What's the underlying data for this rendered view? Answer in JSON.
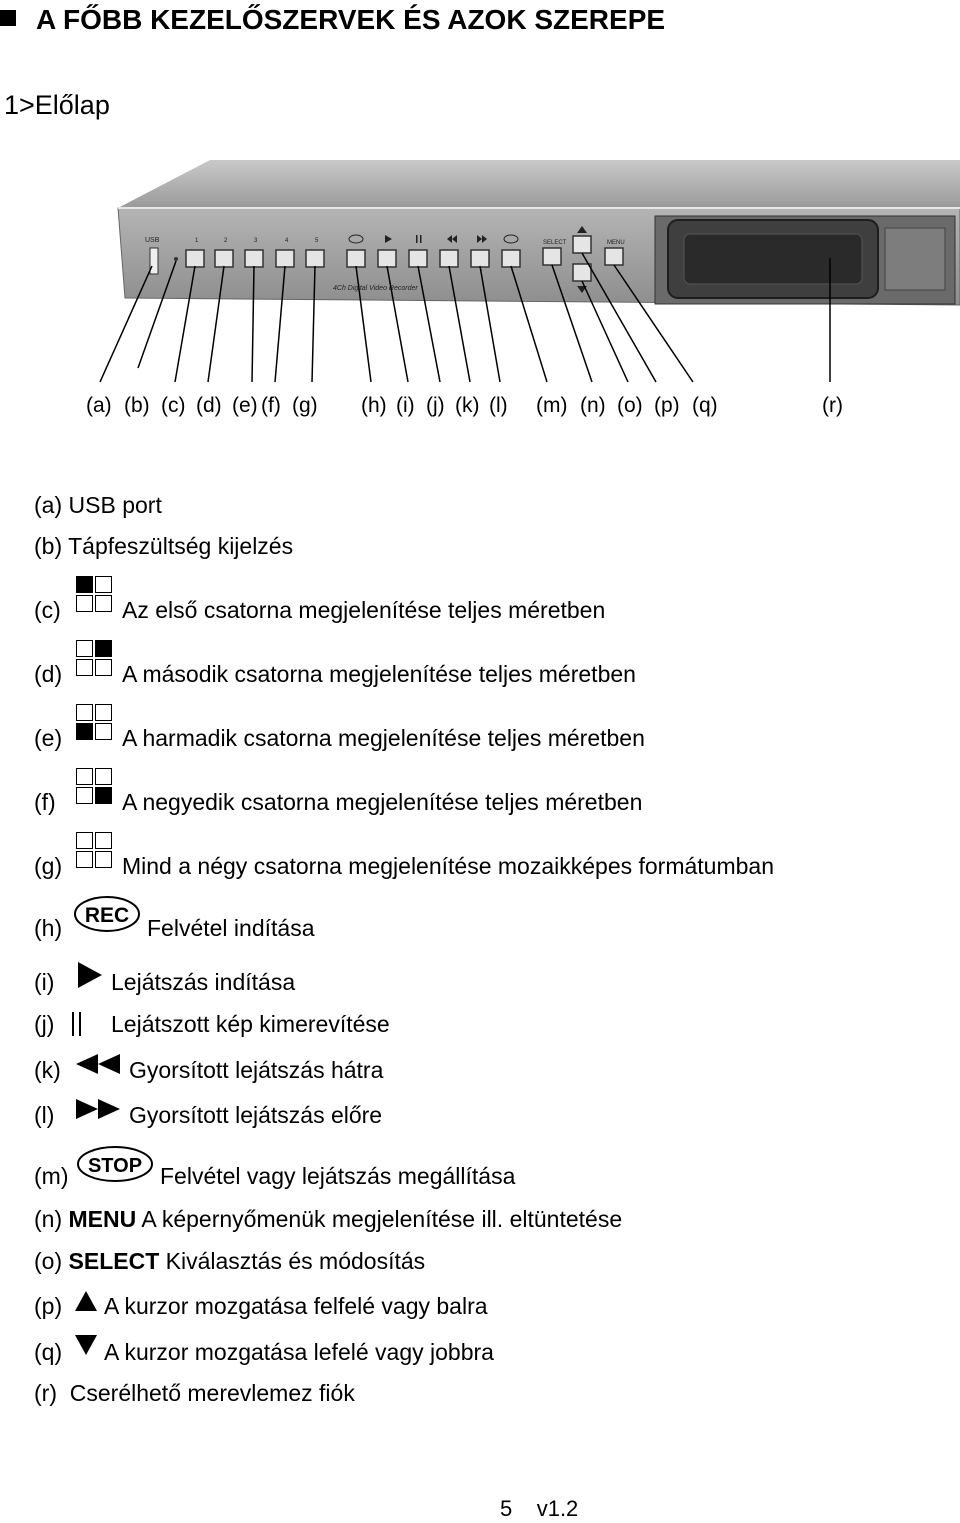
{
  "heading": "A FŐBB KEZELŐSZERVEK ÉS AZOK SZEREPE",
  "subheading": "1>Előlap",
  "device": {
    "usb_label": "USB",
    "channel_numbers": [
      "1",
      "2",
      "3",
      "4",
      "5"
    ],
    "rec_label": "REC",
    "stop_label": "STOP",
    "select_label": "SELECT",
    "menu_label": "MENU",
    "model_label": "4Ch Digital Video Recorder"
  },
  "callouts": {
    "a": "(a)",
    "b": "(b)",
    "c": "(c)",
    "d": "(d)",
    "e": "(e)",
    "f": "(f)",
    "g": "(g)",
    "h": "(h)",
    "i": "(i)",
    "j": "(j)",
    "k": "(k)",
    "l": "(l)",
    "m": "(m)",
    "n": "(n)",
    "o": "(o)",
    "p": "(p)",
    "q": "(q)",
    "r": "(r)"
  },
  "legend": {
    "a": {
      "key": "(a)",
      "text": "USB port"
    },
    "b": {
      "key": "(b)",
      "text": "Tápfeszültség kijelzés"
    },
    "c": {
      "key": "(c)",
      "text": "Az első csatorna megjelenítése teljes méretben",
      "icon": "quad-1-icon"
    },
    "d": {
      "key": "(d)",
      "text": "A második csatorna megjelenítése teljes méretben",
      "icon": "quad-2-icon"
    },
    "e": {
      "key": "(e)",
      "text": "A harmadik csatorna megjelenítése teljes méretben",
      "icon": "quad-3-icon"
    },
    "f": {
      "key": "(f)",
      "text": "A negyedik csatorna megjelenítése teljes méretben",
      "icon": "quad-4-icon"
    },
    "g": {
      "key": "(g)",
      "text": "Mind a négy csatorna megjelenítése mozaikképes formátumban",
      "icon": "quad-all-icon"
    },
    "h": {
      "key": "(h)",
      "text": "Felvétel indítása",
      "icon": "rec-icon",
      "icon_label": "REC"
    },
    "i": {
      "key": "(i)",
      "text": "Lejátszás indítása",
      "icon": "play-icon"
    },
    "j": {
      "key": "(j)",
      "text": "Lejátszott kép kimerevítése",
      "icon": "pause-icon"
    },
    "k": {
      "key": "(k)",
      "text": "Gyorsított lejátszás hátra",
      "icon": "rewind-icon"
    },
    "l": {
      "key": "(l)",
      "text": "Gyorsított lejátszás előre",
      "icon": "fast-forward-icon"
    },
    "m": {
      "key": "(m)",
      "text": "Felvétel vagy lejátszás megállítása",
      "icon": "stop-icon",
      "icon_label": "STOP"
    },
    "n": {
      "key": "(n)",
      "bold": "MENU",
      "text": "A képernyőmenük megjelenítése ill. eltüntetése"
    },
    "o": {
      "key": "(o)",
      "bold": "SELECT",
      "text": "Kiválasztás és módosítás"
    },
    "p": {
      "key": "(p)",
      "text": "A kurzor mozgatása felfelé vagy balra",
      "icon": "up-arrow-icon"
    },
    "q": {
      "key": "(q)",
      "text": "A kurzor mozgatása lefelé vagy jobbra",
      "icon": "down-arrow-icon"
    },
    "r": {
      "key": "(r)",
      "text": "Cserélhető merevlemez fiók"
    }
  },
  "footer": {
    "page": "5",
    "version": "v1.2"
  }
}
